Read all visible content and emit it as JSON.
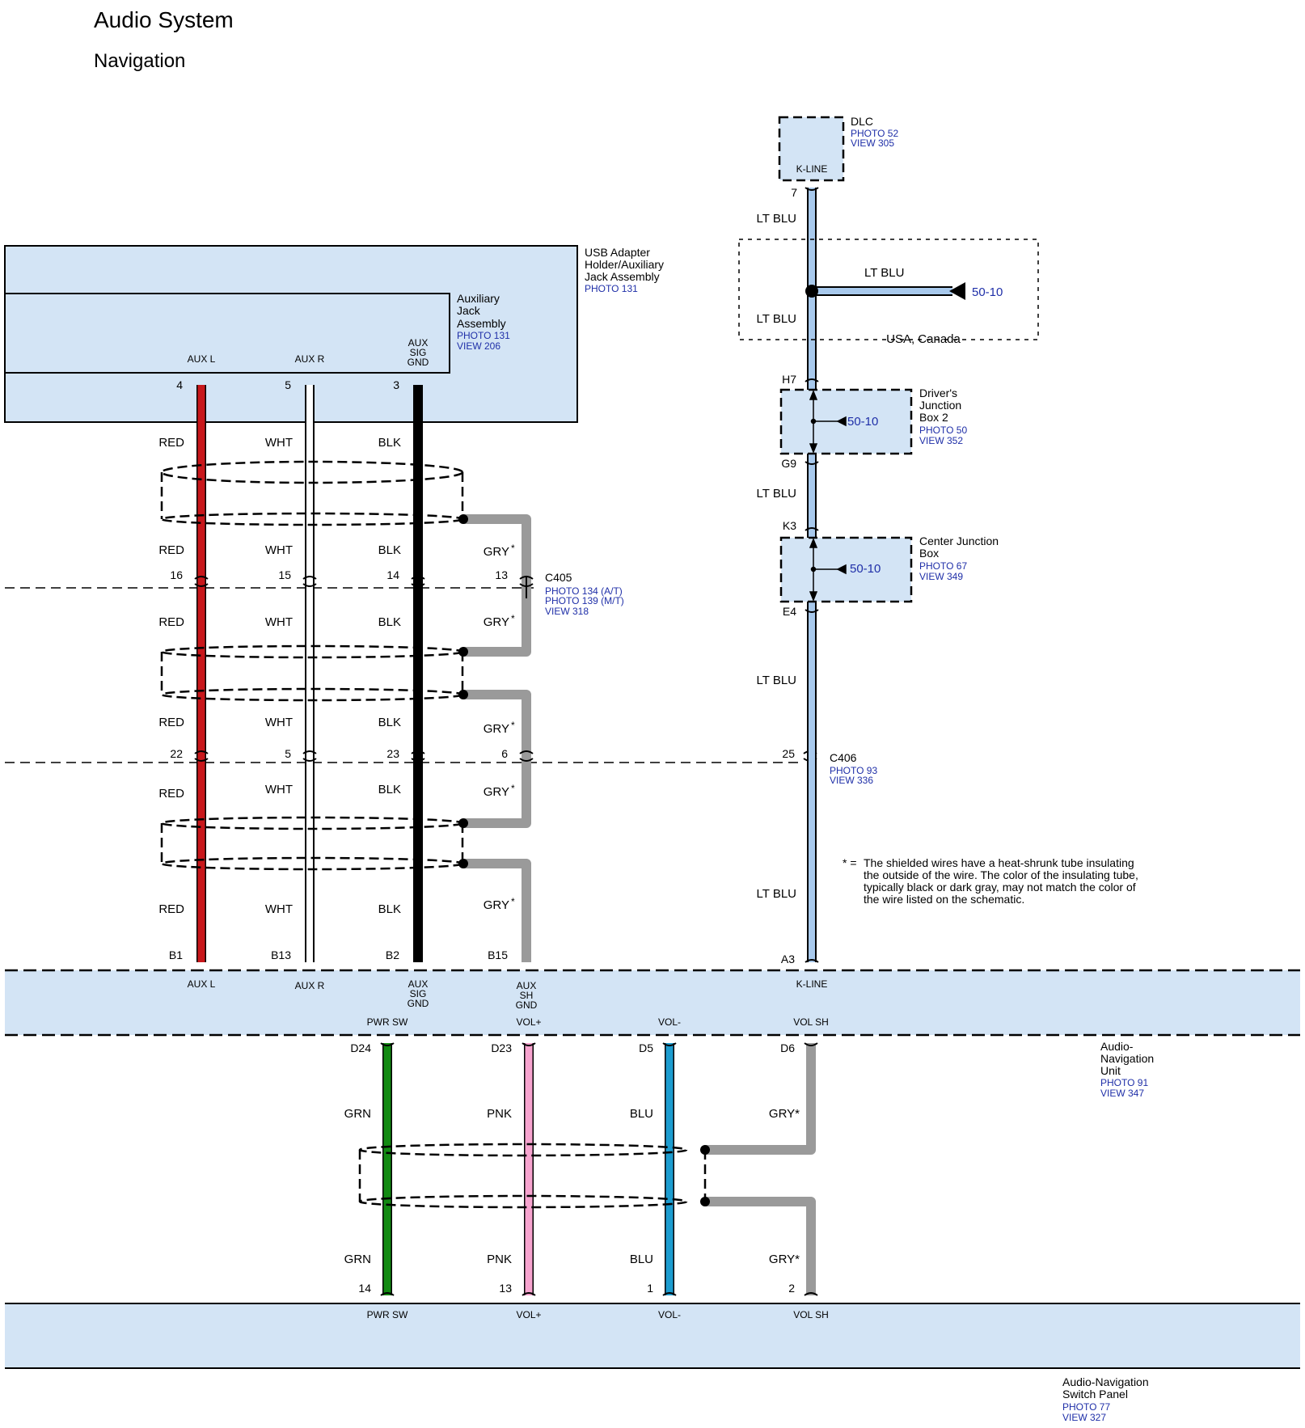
{
  "header": {
    "title": "Audio System",
    "subtitle": "Navigation"
  },
  "components": {
    "usb": {
      "name": [
        "USB Adapter",
        "Holder/Auxiliary",
        "Jack Assembly"
      ],
      "photo": "PHOTO 131"
    },
    "aux_jack": {
      "name": [
        "Auxiliary",
        "Jack",
        "Assembly"
      ],
      "photo": "PHOTO 131",
      "view": "VIEW 206"
    },
    "dlc": {
      "name": "DLC",
      "photo": "PHOTO 52",
      "view": "VIEW 305",
      "pin_label": "K-LINE"
    },
    "djb2": {
      "name": [
        "Driver's",
        "Junction",
        "Box 2"
      ],
      "photo": "PHOTO 50",
      "view": "VIEW 352",
      "ref": "50-10"
    },
    "cjb": {
      "name": [
        "Center Junction",
        "Box"
      ],
      "photo": "PHOTO 67",
      "view": "VIEW 349",
      "ref": "50-10"
    },
    "anu": {
      "name": [
        "Audio-",
        "Navigation",
        "Unit"
      ],
      "photo": "PHOTO 91",
      "view": "VIEW 347"
    },
    "ansp": {
      "name": [
        "Audio-Navigation",
        "Switch Panel"
      ],
      "photo": "PHOTO 77",
      "view": "VIEW 327"
    }
  },
  "connectors": {
    "c405": {
      "name": "C405",
      "photo1": "PHOTO 134 (A/T)",
      "photo2": "PHOTO 139 (M/T)",
      "view": "VIEW 318"
    },
    "c406": {
      "name": "C406",
      "photo": "PHOTO 93",
      "view": "VIEW 336"
    }
  },
  "aux_pins": {
    "labels": [
      "AUX L",
      "AUX R",
      "AUX",
      "SIG",
      "GND"
    ],
    "top_pins": [
      "4",
      "5",
      "3"
    ],
    "c405_pins": [
      "16",
      "15",
      "14",
      "13"
    ],
    "c406_pins": [
      "22",
      "5",
      "23",
      "6",
      "25"
    ],
    "anu_pins": [
      "B1",
      "B13",
      "B2",
      "B15",
      "A3"
    ],
    "anu_labels": [
      "AUX L",
      "AUX R",
      "AUX",
      "SIG",
      "GND",
      "AUX",
      "SH",
      "GND",
      "K-LINE"
    ]
  },
  "wire_colors": {
    "red": "RED",
    "wht": "WHT",
    "blk": "BLK",
    "gry": "GRY",
    "star": "*",
    "ltblu": "LT BLU"
  },
  "dlc_side": {
    "pin_dlc": "7",
    "pin_h7": "H7",
    "pin_g9": "G9",
    "pin_k3": "K3",
    "pin_e4": "E4",
    "ref": "50-10",
    "region": "USA, Canada"
  },
  "note": {
    "mark": "* =",
    "lines": [
      "The shielded wires have a heat-shrunk tube insulating",
      "the outside of the wire. The color of the insulating tube,",
      "typically black or dark gray, may not match the color of",
      "the wire listed on the schematic."
    ]
  },
  "bottom": {
    "labels": [
      "PWR SW",
      "VOL+",
      "VOL-",
      "VOL SH"
    ],
    "anu_pins": [
      "D24",
      "D23",
      "D5",
      "D6"
    ],
    "panel_pins": [
      "14",
      "13",
      "1",
      "2"
    ],
    "colors": [
      "GRN",
      "PNK",
      "BLU",
      "GRY*"
    ]
  },
  "palette": {
    "box_fill": "#d3e4f5",
    "red": "#c8171b",
    "green": "#128a12",
    "pink": "#f7a4cf",
    "blue": "#1c9ccf",
    "gray": "#9a9a9a",
    "ltblu": "#a8c9ec",
    "link": "#1f2fa8"
  }
}
